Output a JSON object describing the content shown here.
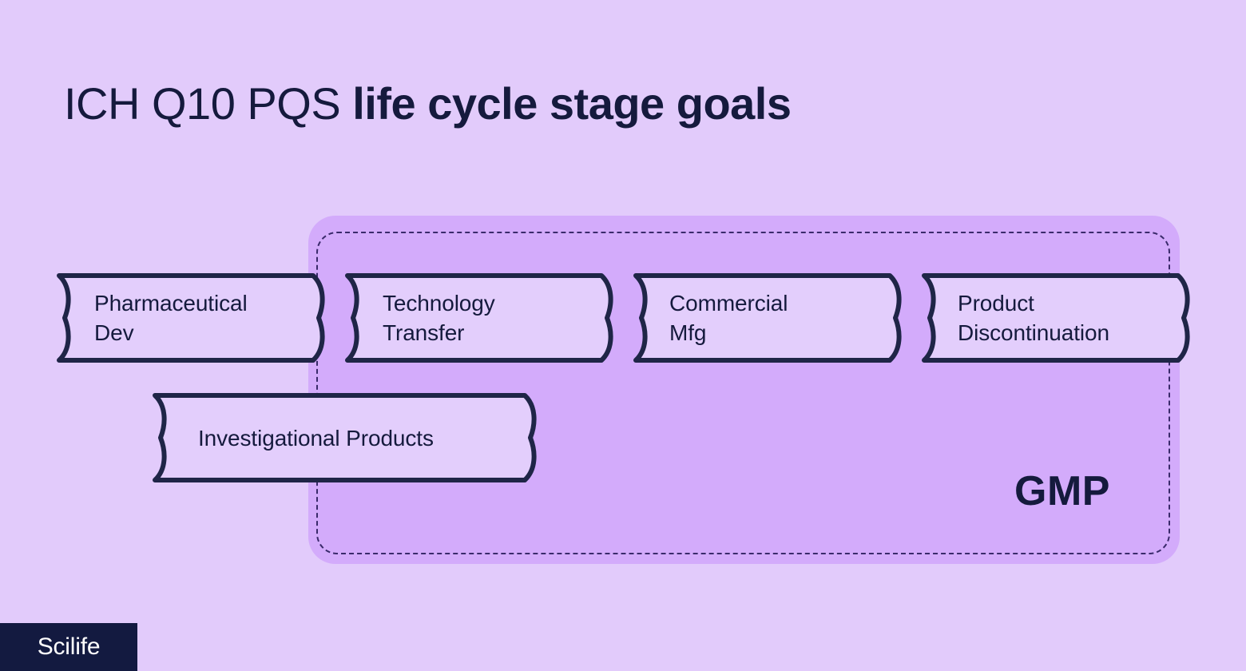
{
  "title": {
    "light_part": "ICH Q10 PQS ",
    "bold_part": "life cycle stage goals"
  },
  "diagram": {
    "container_label": "GMP",
    "stages": [
      {
        "id": "pharmaceutical-dev",
        "label": "Pharmaceutical\nDev"
      },
      {
        "id": "technology-transfer",
        "label": "Technology\nTransfer"
      },
      {
        "id": "commercial-mfg",
        "label": "Commercial\nMfg"
      },
      {
        "id": "product-discontinuation",
        "label": "Product\nDiscontinuation"
      }
    ],
    "secondary": [
      {
        "id": "investigational-products",
        "label": "Investigational Products"
      }
    ]
  },
  "branding": {
    "logo_text": "Scilife"
  },
  "colors": {
    "background": "#e2cbfb",
    "gmp_panel": "#d3abfb",
    "box_fill": "#e3cefc",
    "outline": "#1f2547",
    "dash_border": "#3a2a6b",
    "text_dark": "#151a3d",
    "logo_bg": "#131a40",
    "logo_text": "#ffffff"
  }
}
